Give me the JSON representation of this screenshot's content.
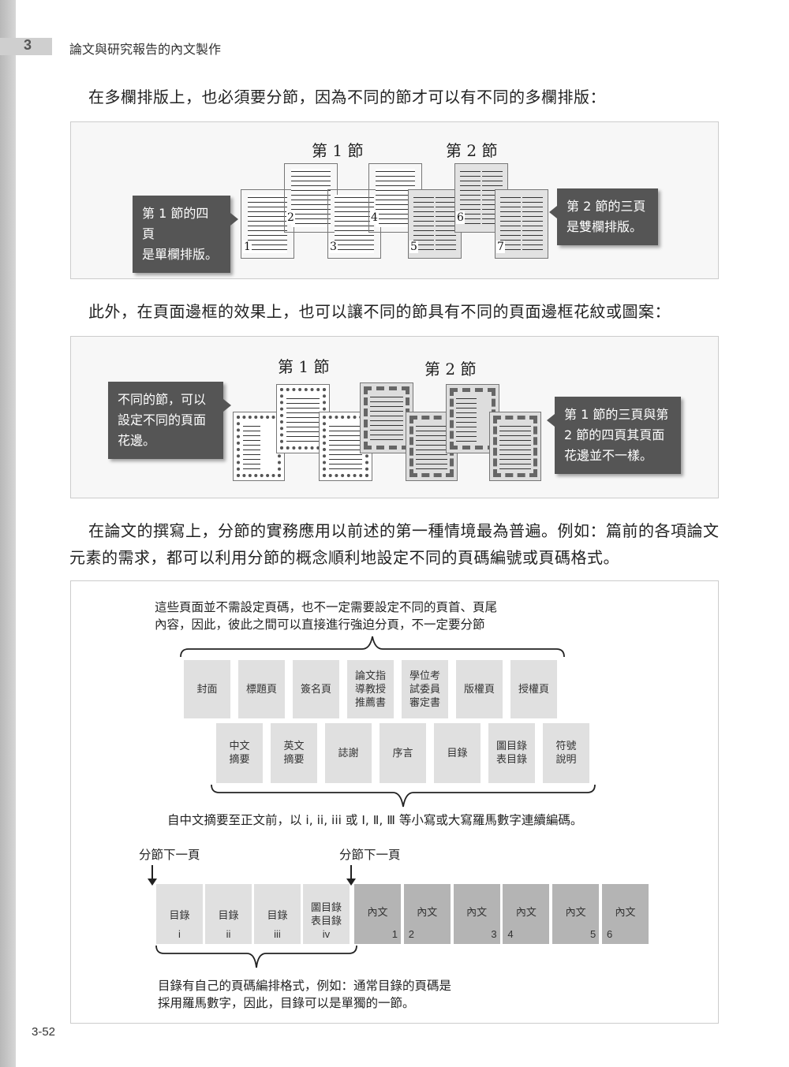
{
  "header": {
    "chapter": "3",
    "title": "論文與研究報告的內文製作"
  },
  "page_number": "3-52",
  "paragraphs": {
    "p1": "在多欄排版上，也必須要分節，因為不同的節才可以有不同的多欄排版：",
    "p2": "此外，在頁面邊框的效果上，也可以讓不同的節具有不同的頁面邊框花紋或圖案：",
    "p3": "在論文的撰寫上，分節的實務應用以前述的第一種情境最為普遍。例如：篇前的各項論文元素的需求，都可以利用分節的概念順利地設定不同的頁碼編號或頁碼格式。"
  },
  "figure1": {
    "section1_title": "第 1 節",
    "section2_title": "第 2 節",
    "page_numbers": [
      "1",
      "2",
      "3",
      "4",
      "5",
      "6",
      "7"
    ],
    "callout_left": [
      "第 1 節的四頁",
      "是單欄排版。"
    ],
    "callout_right": [
      "第 2 節的三頁",
      "是雙欄排版。"
    ]
  },
  "figure2": {
    "section1_title": "第 1 節",
    "section2_title": "第 2 節",
    "callout_left": [
      "不同的節，可以",
      "設定不同的頁面",
      "花邊。"
    ],
    "callout_right": [
      "第 1 節的三頁與第",
      "2 節的四頁其頁面",
      "花邊並不一樣。"
    ]
  },
  "figure3": {
    "top_note": [
      "這些頁面並不需設定頁碼，也不一定需要設定不同的頁首、頁尾",
      "內容，因此，彼此之間可以直接進行強迫分頁，不一定要分節"
    ],
    "row1": [
      "封面",
      "標題頁",
      "簽名頁",
      "論文指\n導教授\n推薦書",
      "學位考\n試委員\n審定書",
      "版權頁",
      "授權頁"
    ],
    "row2": [
      "中文\n摘要",
      "英文\n摘要",
      "誌謝",
      "序言",
      "目錄",
      "圖目錄\n表目錄",
      "符號\n說明"
    ],
    "middle_note": "自中文摘要至正文前，以 i, ii, iii 或 Ⅰ, Ⅱ, Ⅲ 等小寫或大寫羅馬數字連續編碼。",
    "break_label_1": "分節下一頁",
    "break_label_2": "分節下一頁",
    "toc_pages": [
      {
        "label": "目錄",
        "num": "i"
      },
      {
        "label": "目錄",
        "num": "ii"
      },
      {
        "label": "目錄",
        "num": "iii"
      },
      {
        "label": "圖目錄\n表目錄",
        "num": "iv"
      }
    ],
    "body_pages": [
      {
        "label": "內文",
        "num": "1"
      },
      {
        "label": "內文",
        "num": "2"
      },
      {
        "label": "內文",
        "num": "3"
      },
      {
        "label": "內文",
        "num": "4"
      },
      {
        "label": "內文",
        "num": "5"
      },
      {
        "label": "內文",
        "num": "6"
      }
    ],
    "bottom_note": [
      "目錄有自己的頁碼編排格式，例如：通常目錄的頁碼是",
      "採用羅馬數字，因此，目錄可以是單獨的一節。"
    ]
  }
}
